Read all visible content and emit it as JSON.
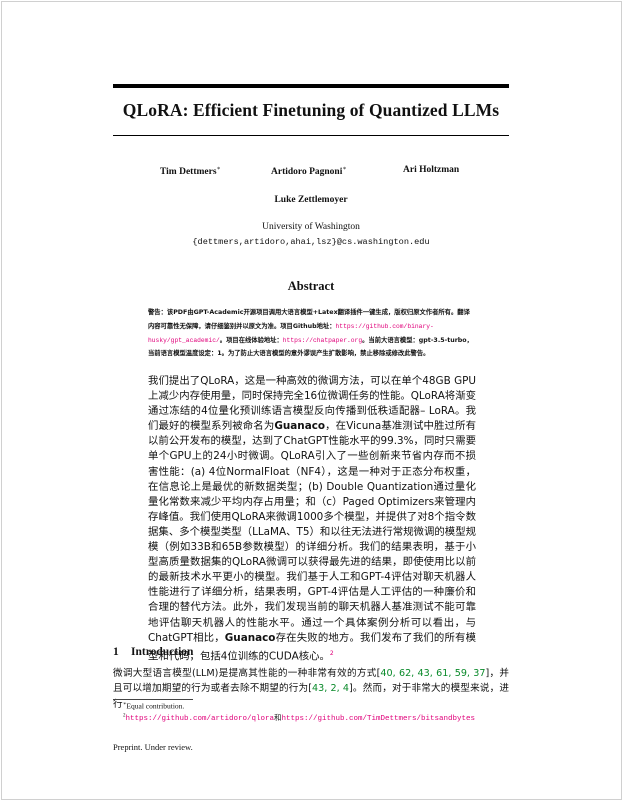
{
  "paper": {
    "title": "QLoRA: Efficient Finetuning of Quantized LLMs",
    "authors": [
      {
        "name": "Tim Dettmers",
        "mark": "∗"
      },
      {
        "name": "Artidoro Pagnoni",
        "mark": "∗"
      },
      {
        "name": "Ari Holtzman",
        "mark": ""
      },
      {
        "name": "Luke Zettlemoyer",
        "mark": ""
      }
    ],
    "affiliation": "University of Washington",
    "emails": "{dettmers,artidoro,ahai,lsz}@cs.washington.edu",
    "abstract_title": "Abstract",
    "warning": {
      "text1": "警告：该PDF由GPT-Academic开源项目调用大语言模型+Latex翻译插件一键生成，版权归原文作者所有。翻译内容可靠性无保障，请仔细鉴别并以原文为准。项目Github地址：",
      "link1": "https://github.com/binary-husky/gpt_academic/",
      "text2": "。项目在线体验地址：",
      "link2": "https://chatpaper.org",
      "text3": "。当前大语言模型：gpt-3.5-turbo，当前语言模型温度设定：1。为了防止大语言模型的意外谬误产生扩散影响，禁止移除或修改此警告。"
    },
    "abstract": {
      "p1": "我们提出了QLoRA，这是一种高效的微调方法，可以在单个48GB GPU上减少内存使用量，同时保持完全16位微调任务的性能。QLoRA将渐变通过冻结的4位量化预训练语言模型反向传播到低秩适配器– LoRA。我们最好的模型系列被命名为",
      "guanaco": "Guanaco",
      "p2": "，在Vicuna基准测试中胜过所有以前公开发布的模型，达到了ChatGPT性能水平的99.3%，同时只需要单个GPU上的24小时微调。QLoRA引入了一些创新来节省内存而不损害性能：(a) 4位NormalFloat（NF4），这是一种对于正态分布权重，在信息论上是最优的新数据类型；(b) Double Quantization通过量化量化常数来减少平均内存占用量；和（c）Paged Optimizers来管理内存峰值。我们使用QLoRA来微调1000多个模型，并提供了对8个指令数据集、多个模型类型（LLaMA、T5）和以往无法进行常规微调的模型规模（例如33B和65B参数模型）的详细分析。我们的结果表明，基于小型高质量数据集的QLoRA微调可以获得最先进的结果，即使使用比以前的最新技术水平更小的模型。我们基于人工和GPT-4评估对聊天机器人性能进行了详细分析，结果表明，GPT-4评估是人工评估的一种廉价和合理的替代方法。此外，我们发现当前的聊天机器人基准测试不能可靠地评估聊天机器人的性能水平。通过一个具体案例分析可以看出，与ChatGPT相比，",
      "guanaco2": "Guanaco",
      "p3": "存在失败的地方。我们发布了我们的所有模型和代码，包括4位训练的CUDA核心。",
      "fnref": "2"
    },
    "section": {
      "number": "1",
      "title": "Introduction",
      "t1": "微调大型语言模型(LLM)是提高其性能的一种非常有效的方式[",
      "c1": "40, 62, 43, 61, 59, 37",
      "t2": "]，并且可以增加期望的行为或者去除不期望的行为[",
      "c2": "43, 2, 4",
      "t3": "]。然而，对于非常大的模型来说，进行"
    },
    "footnotes": {
      "fn1_mark": "∗",
      "fn1": "Equal contribution.",
      "fn2_mark": "2",
      "fn2_link1": "https://github.com/artidoro/qlora",
      "fn2_and": "和",
      "fn2_link2": "https://github.com/TimDettmers/bitsandbytes"
    },
    "footer": "Preprint. Under review."
  }
}
